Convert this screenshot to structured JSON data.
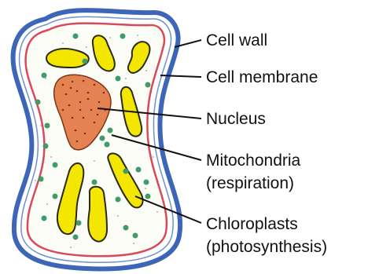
{
  "labels": {
    "cell_wall": "Cell wall",
    "cell_membrane": "Cell membrane",
    "nucleus": "Nucleus",
    "mitochondria": "Mitochondria",
    "mitochondria_note": "(respiration)",
    "chloroplasts": "Chloroplasts",
    "chloroplasts_note": "(photosynthesis)"
  },
  "colors": {
    "cell_wall": "#3d66b8",
    "cell_membrane": "#d9495c",
    "cytoplasm": "#fbfcf6",
    "nucleus": "#e58251",
    "nucleus_dots": "#7a3418",
    "chloroplast": "#f3e600",
    "mitochondria": "#3f9b68",
    "leader_line": "#111111"
  }
}
